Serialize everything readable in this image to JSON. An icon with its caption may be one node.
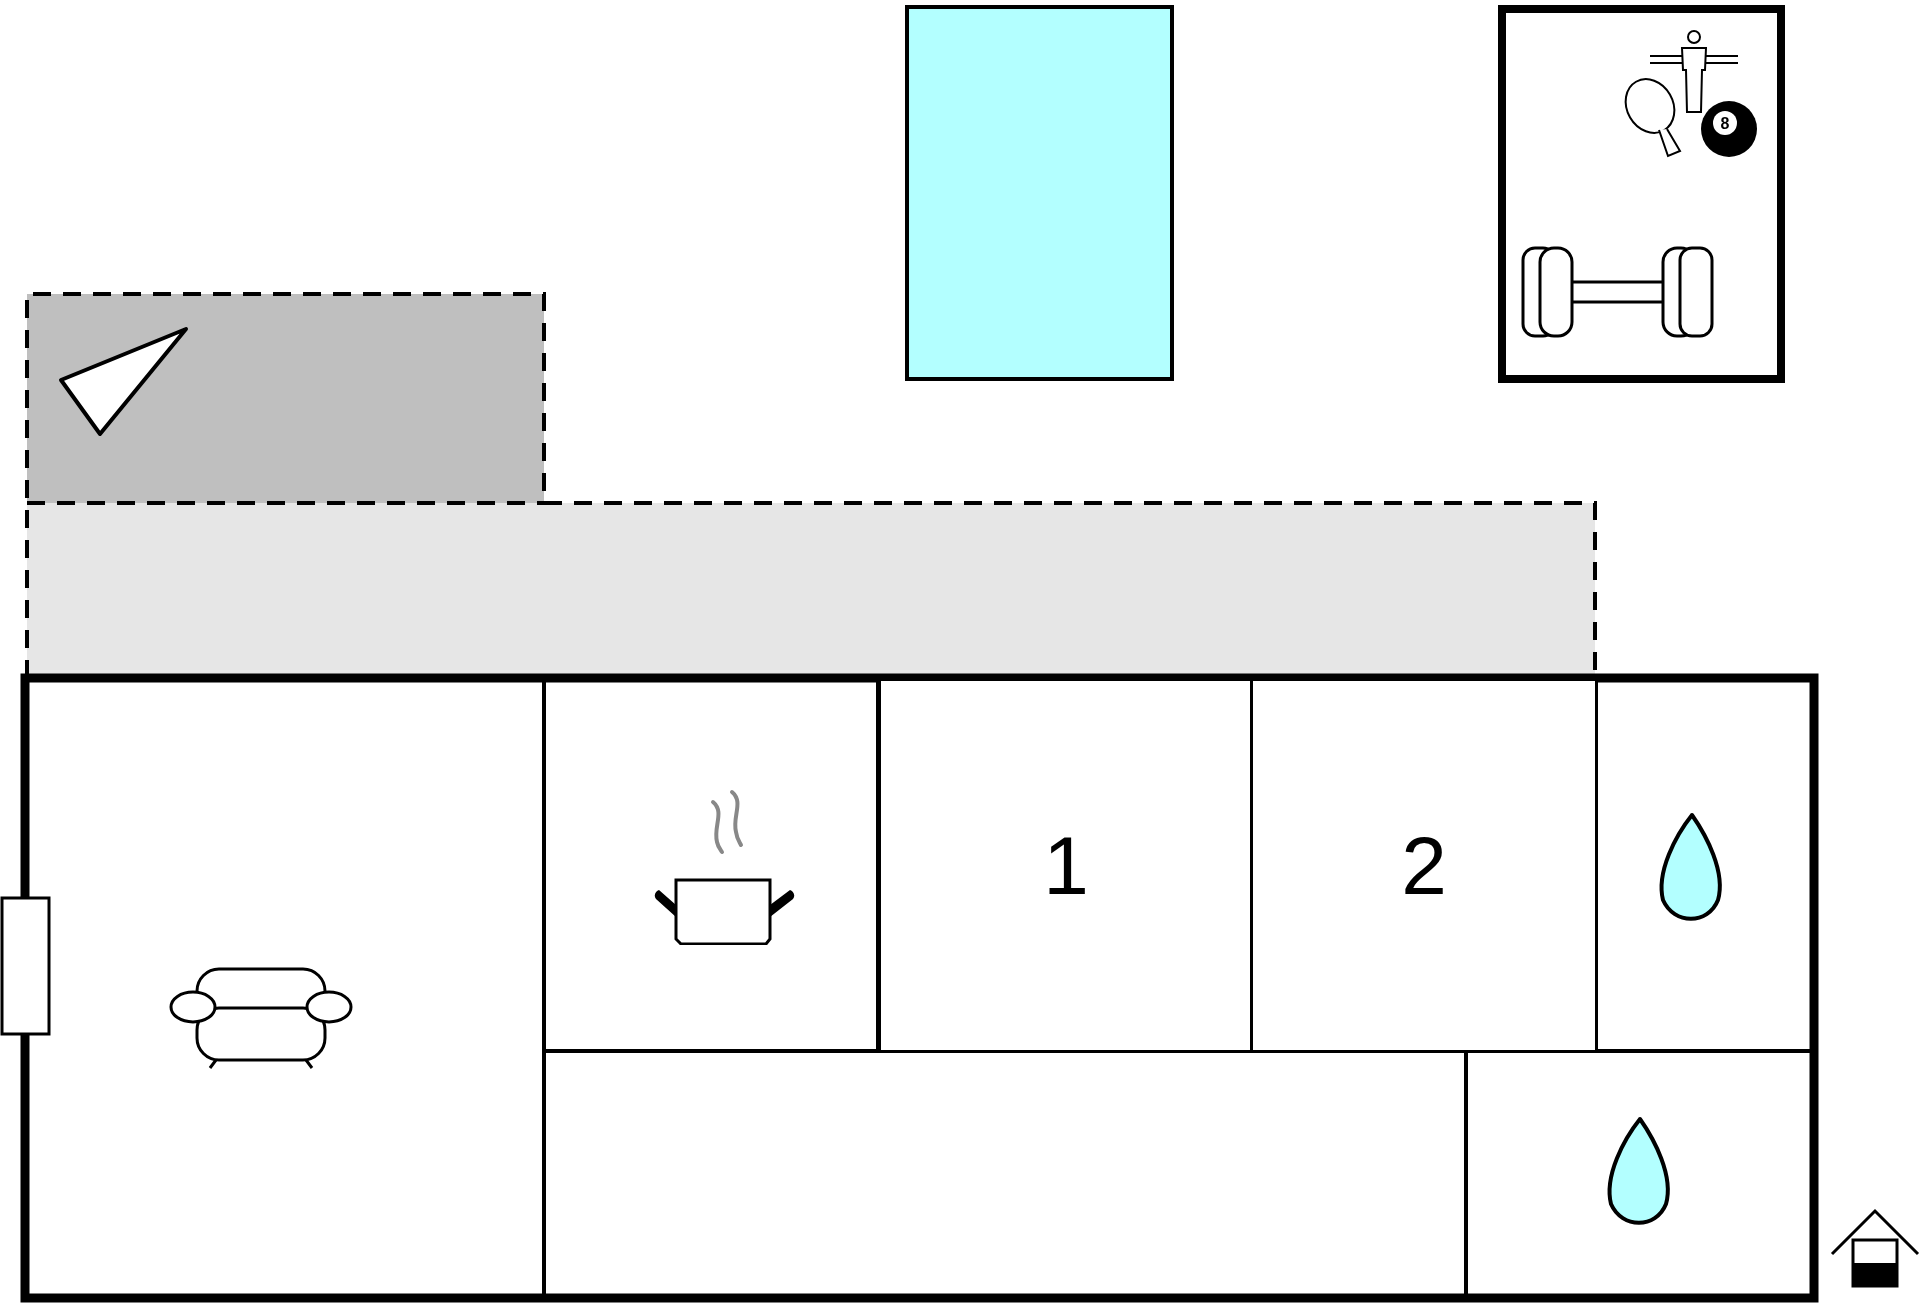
{
  "diagram": {
    "nodes": [
      {
        "text": [
          "1"
        ]
      },
      {
        "text": [
          "2"
        ]
      }
    ],
    "labels": [
      "8"
    ]
  }
}
